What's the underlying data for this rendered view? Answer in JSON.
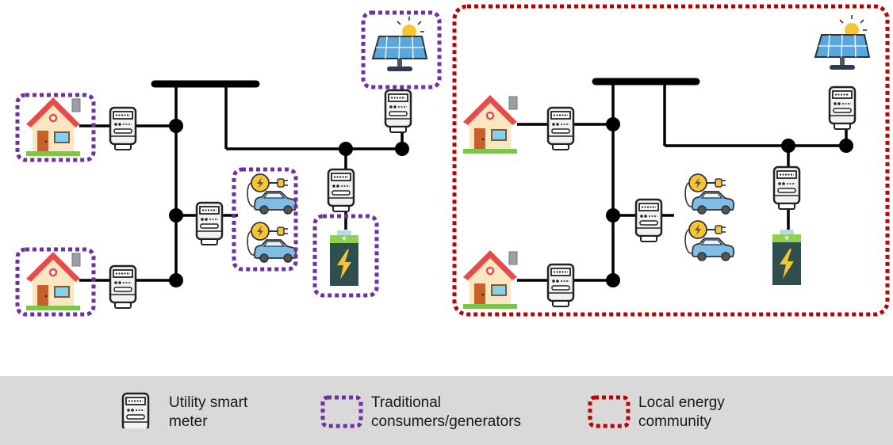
{
  "legend": {
    "meter_label": "Utility smart\nmeter",
    "traditional_label": "Traditional\nconsumers/generators",
    "community_label": "Local energy\ncommunity"
  },
  "icons": [
    "house-icon",
    "smart-meter-icon",
    "electric-car-icon",
    "charging-plug-icon",
    "solar-panel-icon",
    "sun-icon",
    "battery-icon",
    "lightning-icon"
  ],
  "colors": {
    "traditional_border": "#7030a0",
    "community_border": "#c00000",
    "bus_line": "#000000",
    "legend_background": "#d9d9d9"
  }
}
